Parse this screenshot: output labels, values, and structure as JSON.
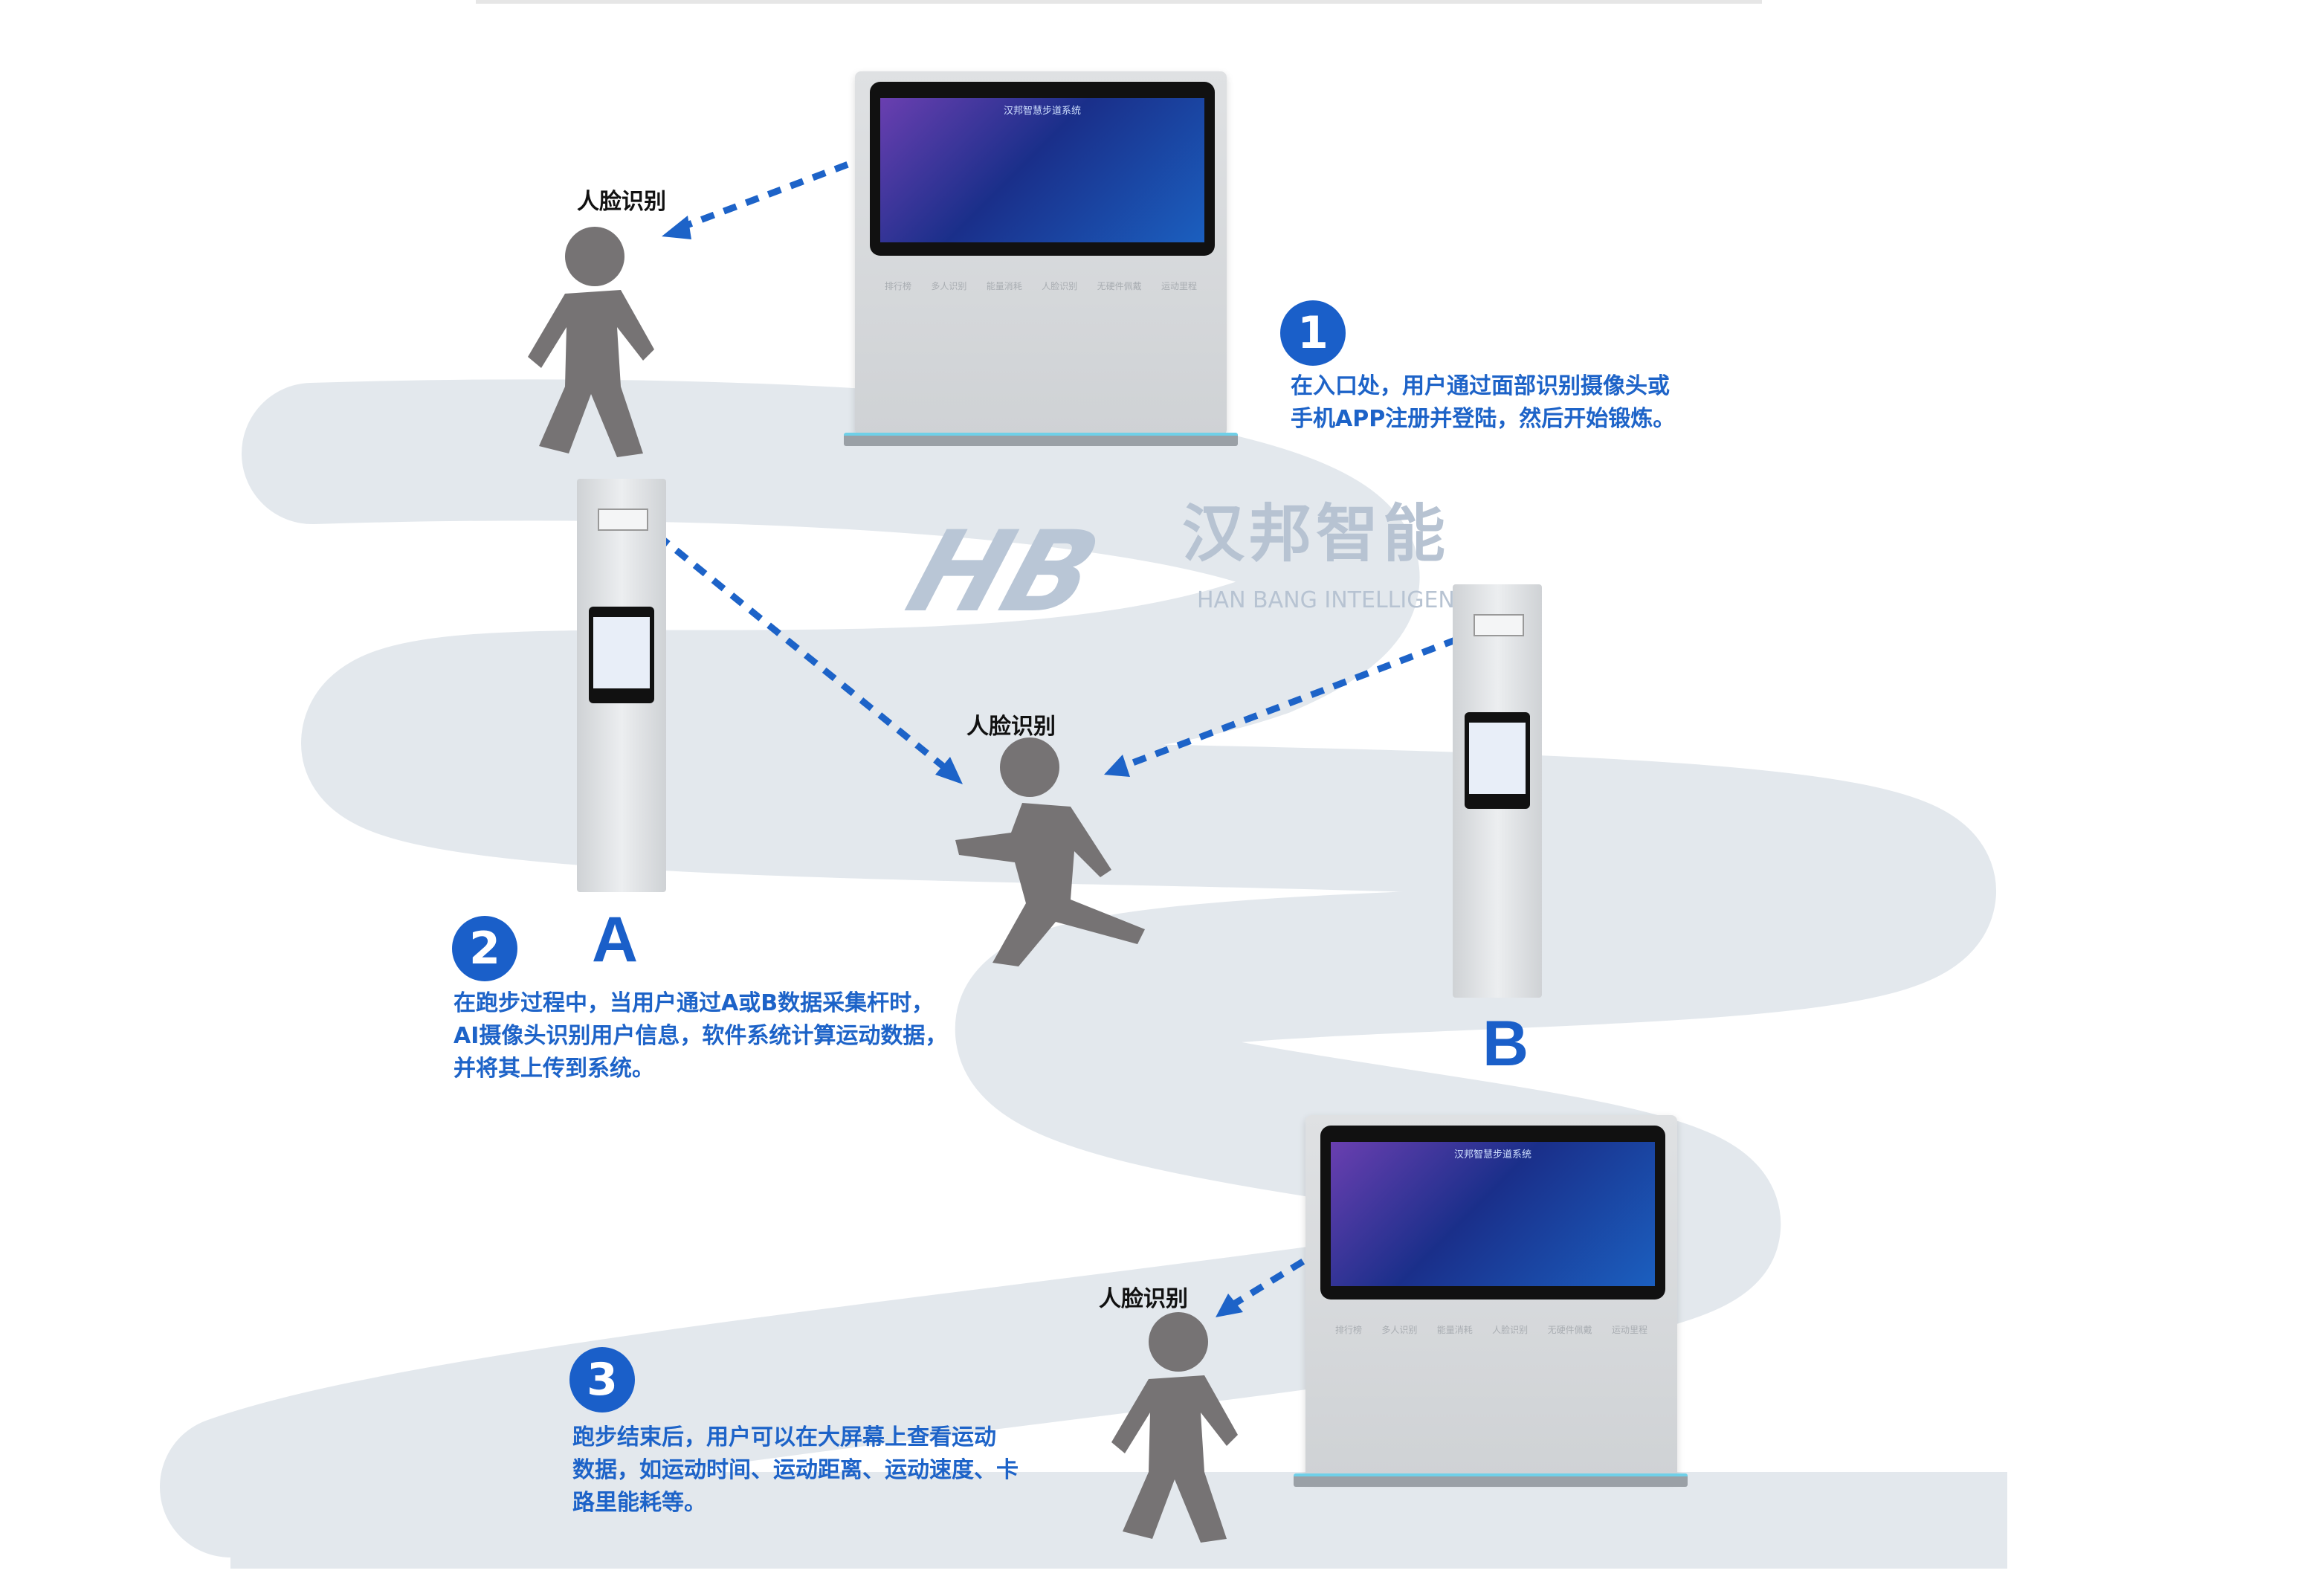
{
  "face_label": "人脸识别",
  "steps": [
    {
      "number": "1",
      "lines": [
        "在入口处，用户通过面部识别摄像头或",
        "手机APP注册并登陆，然后开始锻炼。"
      ]
    },
    {
      "number": "2",
      "lines": [
        "在跑步过程中，当用户通过A或B数据采集杆时，",
        "AI摄像头识别用户信息，软件系统计算运动数据，",
        "并将其上传到系统。"
      ]
    },
    {
      "number": "3",
      "lines": [
        "跑步结束后，用户可以在大屏幕上查看运动",
        "数据，如运动时间、运动距离、运动速度、卡",
        "路里能耗等。"
      ]
    }
  ],
  "poles": {
    "a": "A",
    "b": "B"
  },
  "screen_title": "汉邦智慧步道系统",
  "monitor_keys": [
    "排行榜",
    "多人识别",
    "能量消耗",
    "人脸识别",
    "无硬件佩戴",
    "运动里程"
  ],
  "watermark": {
    "logo": "HB",
    "cn": "汉邦智能",
    "en": "HAN BANG INTELLIGENT"
  },
  "colors": {
    "accent": "#1a5fc9",
    "path": "#e3e8ed",
    "figure": "#767374"
  }
}
